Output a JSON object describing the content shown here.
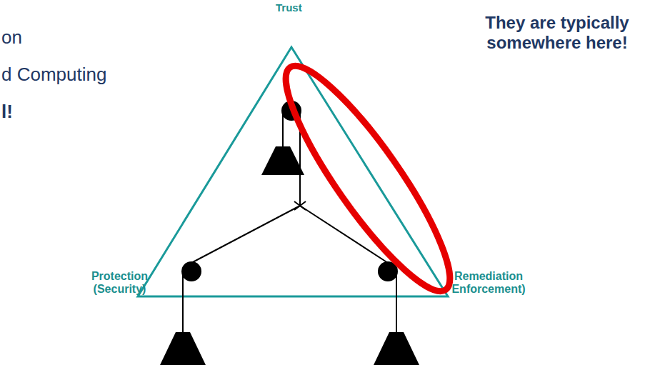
{
  "diagram": {
    "labels": [
      "Trust",
      "They are typically somewhere here!",
      "Protection (Security)",
      "Remediation Enforcement)",
      "on",
      "d Computing",
      "l!"
    ]
  }
}
